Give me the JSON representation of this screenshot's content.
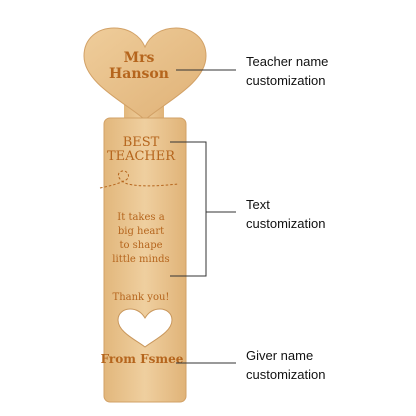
{
  "bookmark": {
    "heart_name_line1": "Mrs",
    "heart_name_line2": "Hanson",
    "title_line1": "BEST",
    "title_line2": "TEACHER",
    "quote_lines": [
      "It takes a",
      "big heart",
      "to shape",
      "little minds"
    ],
    "thanks": "Thank you!",
    "giver": "From Fsmee"
  },
  "annotations": {
    "teacher_name_line1": "Teacher name",
    "teacher_name_line2": "customization",
    "text_line1": "Text",
    "text_line2": "customization",
    "giver_line1": "Giver name",
    "giver_line2": "customization"
  },
  "colors": {
    "wood": "#e9c48f",
    "wood_edge": "#d7a86c",
    "engrave": "#b5651d",
    "callout_line": "#333333"
  }
}
